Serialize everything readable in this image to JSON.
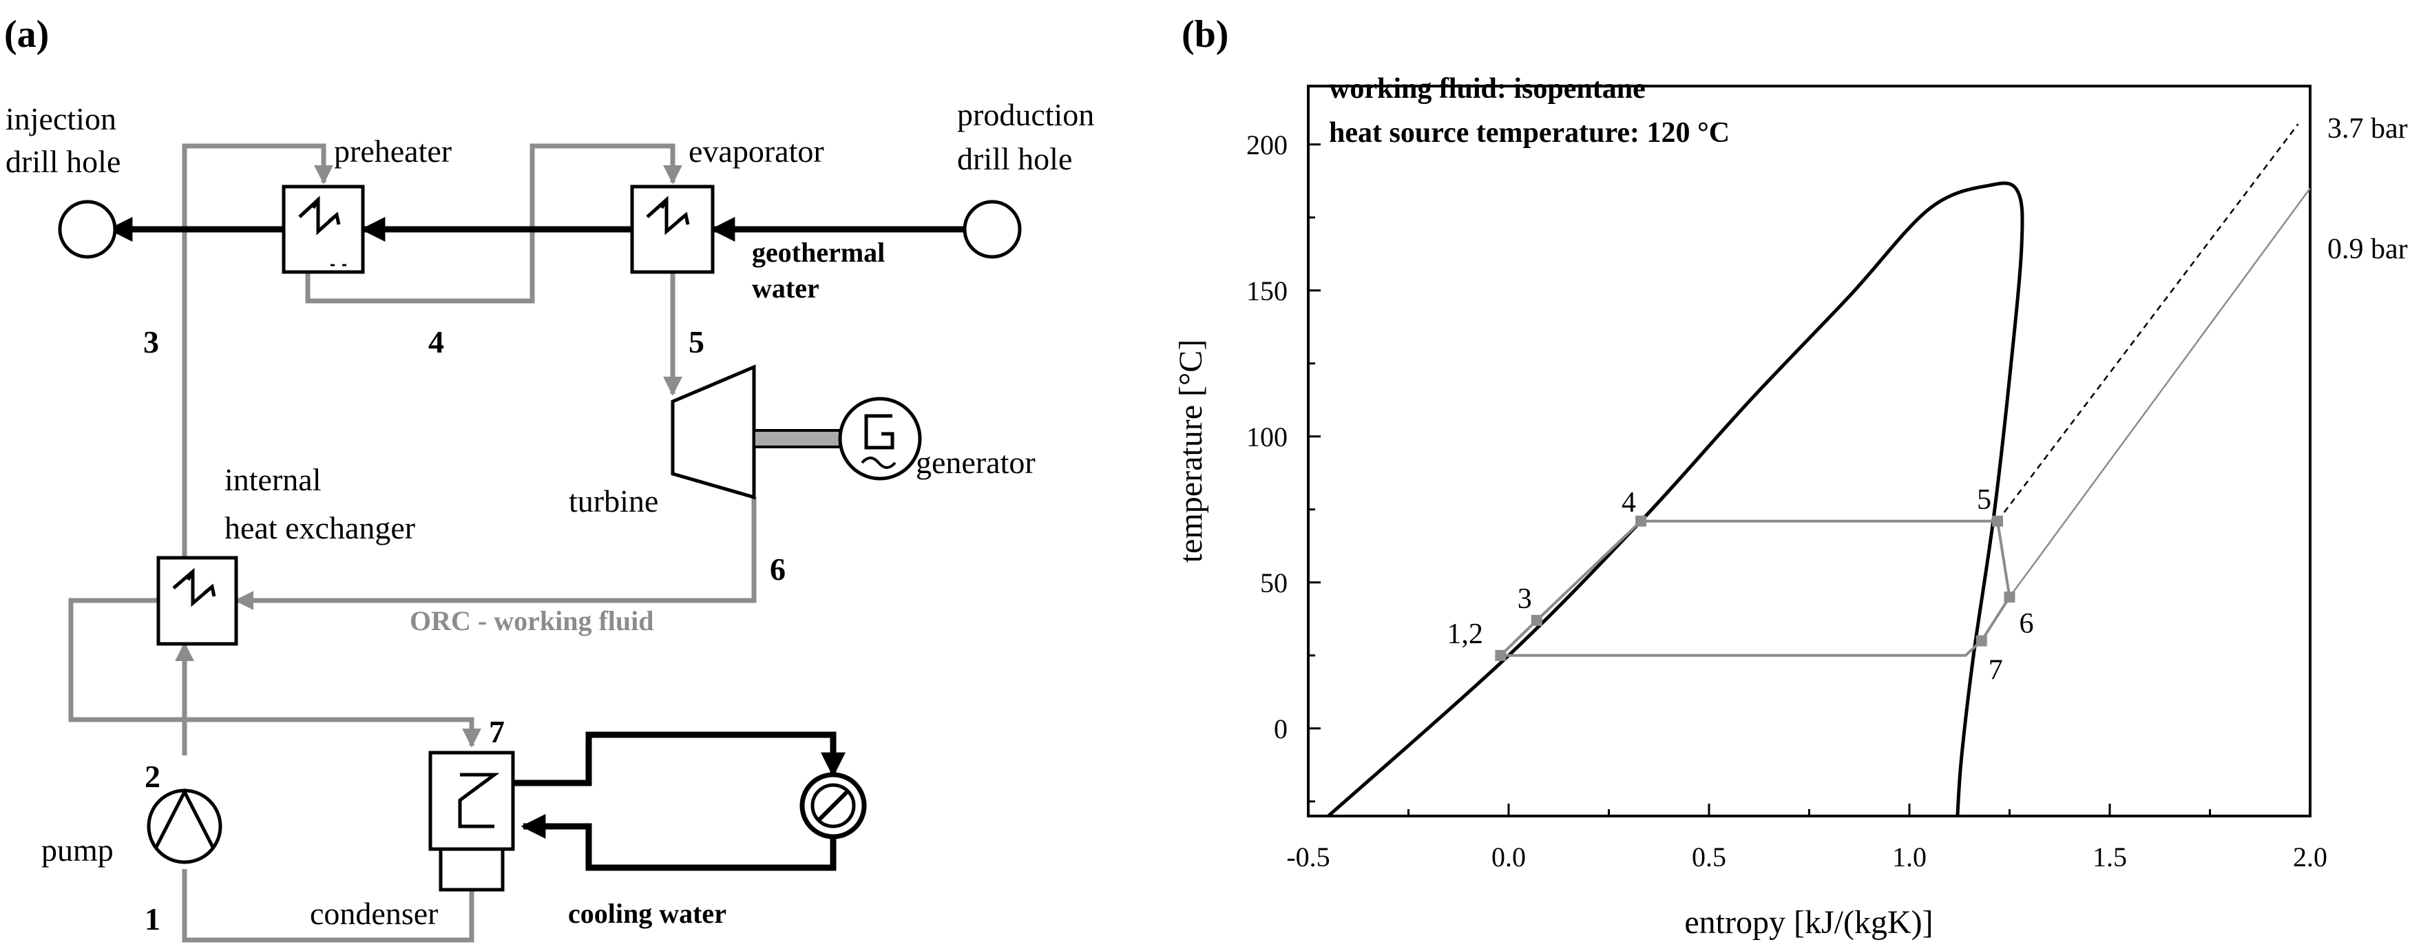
{
  "panel_a": {
    "label": "(a)",
    "injection": [
      "injection",
      "drill hole"
    ],
    "production": [
      "production",
      "drill hole"
    ],
    "preheater": "preheater",
    "evaporator": "evaporator",
    "geothermal": [
      "geothermal",
      "water"
    ],
    "state_labels": {
      "s1": "1",
      "s2": "2",
      "s3": "3",
      "s4": "4",
      "s5": "5",
      "s6": "6",
      "s7": "7"
    },
    "turbine": "turbine",
    "generator": "generator",
    "internal_hx": [
      "internal",
      "heat exchanger"
    ],
    "orc_fluid": "ORC - working fluid",
    "pump": "pump",
    "condenser": "condenser",
    "cooling_water": "cooling water",
    "colors": {
      "geothermal_line": "#000000",
      "orc_line": "#8c8c8c"
    }
  },
  "panel_b": {
    "label": "(b)",
    "annotations": [
      "working fluid: isopentane",
      "heat source temperature: 120 °C"
    ],
    "isobar_labels": [
      "3.7 bar",
      "0.9 bar"
    ],
    "xlabel": "entropy [kJ/(kgK)]",
    "ylabel": "temperature [°C]",
    "xticks": [
      "-0.5",
      "0.0",
      "0.5",
      "1.0",
      "1.5",
      "2.0"
    ],
    "yticks": [
      "0",
      "50",
      "100",
      "150",
      "200"
    ],
    "point_labels": [
      "1,2",
      "3",
      "4",
      "5",
      "6",
      "7"
    ]
  },
  "chart_data": {
    "type": "line",
    "xlabel": "entropy [kJ/(kgK)]",
    "ylabel": "temperature [°C]",
    "xlim": [
      -0.5,
      2.0
    ],
    "ylim": [
      -30,
      220
    ],
    "xticks": [
      -0.5,
      0.0,
      0.5,
      1.0,
      1.5,
      2.0
    ],
    "yticks": [
      0,
      50,
      100,
      150,
      200
    ],
    "series": [
      {
        "style": "saturation dome",
        "points": [
          [
            -0.45,
            -30
          ],
          [
            0.0,
            25
          ],
          [
            0.33,
            71
          ],
          [
            0.6,
            112
          ],
          [
            0.85,
            148
          ],
          [
            1.05,
            178
          ],
          [
            1.2,
            186
          ],
          [
            1.27,
            184
          ],
          [
            1.28,
            165
          ],
          [
            1.25,
            120
          ],
          [
            1.21,
            72
          ],
          [
            1.16,
            25
          ],
          [
            1.13,
            -10
          ],
          [
            1.12,
            -30
          ]
        ]
      },
      {
        "name": "3.7 bar",
        "style": "dashed",
        "points": [
          [
            1.22,
            71
          ],
          [
            1.97,
            207
          ]
        ]
      },
      {
        "name": "0.9 bar",
        "style": "thin",
        "points": [
          [
            1.25,
            45
          ],
          [
            2.0,
            185
          ]
        ]
      },
      {
        "style": "cycle",
        "points": [
          [
            -0.02,
            25
          ],
          [
            0.07,
            37
          ],
          [
            0.33,
            71
          ],
          [
            1.22,
            71
          ],
          [
            1.25,
            45
          ],
          [
            1.18,
            30
          ],
          [
            1.14,
            25
          ],
          [
            -0.02,
            25
          ]
        ]
      }
    ],
    "points": [
      {
        "label": "1,2",
        "s": -0.02,
        "T": 25
      },
      {
        "label": "3",
        "s": 0.07,
        "T": 37
      },
      {
        "label": "4",
        "s": 0.33,
        "T": 71
      },
      {
        "label": "5",
        "s": 1.22,
        "T": 71
      },
      {
        "label": "6",
        "s": 1.25,
        "T": 45
      },
      {
        "label": "7",
        "s": 1.18,
        "T": 30
      }
    ]
  }
}
